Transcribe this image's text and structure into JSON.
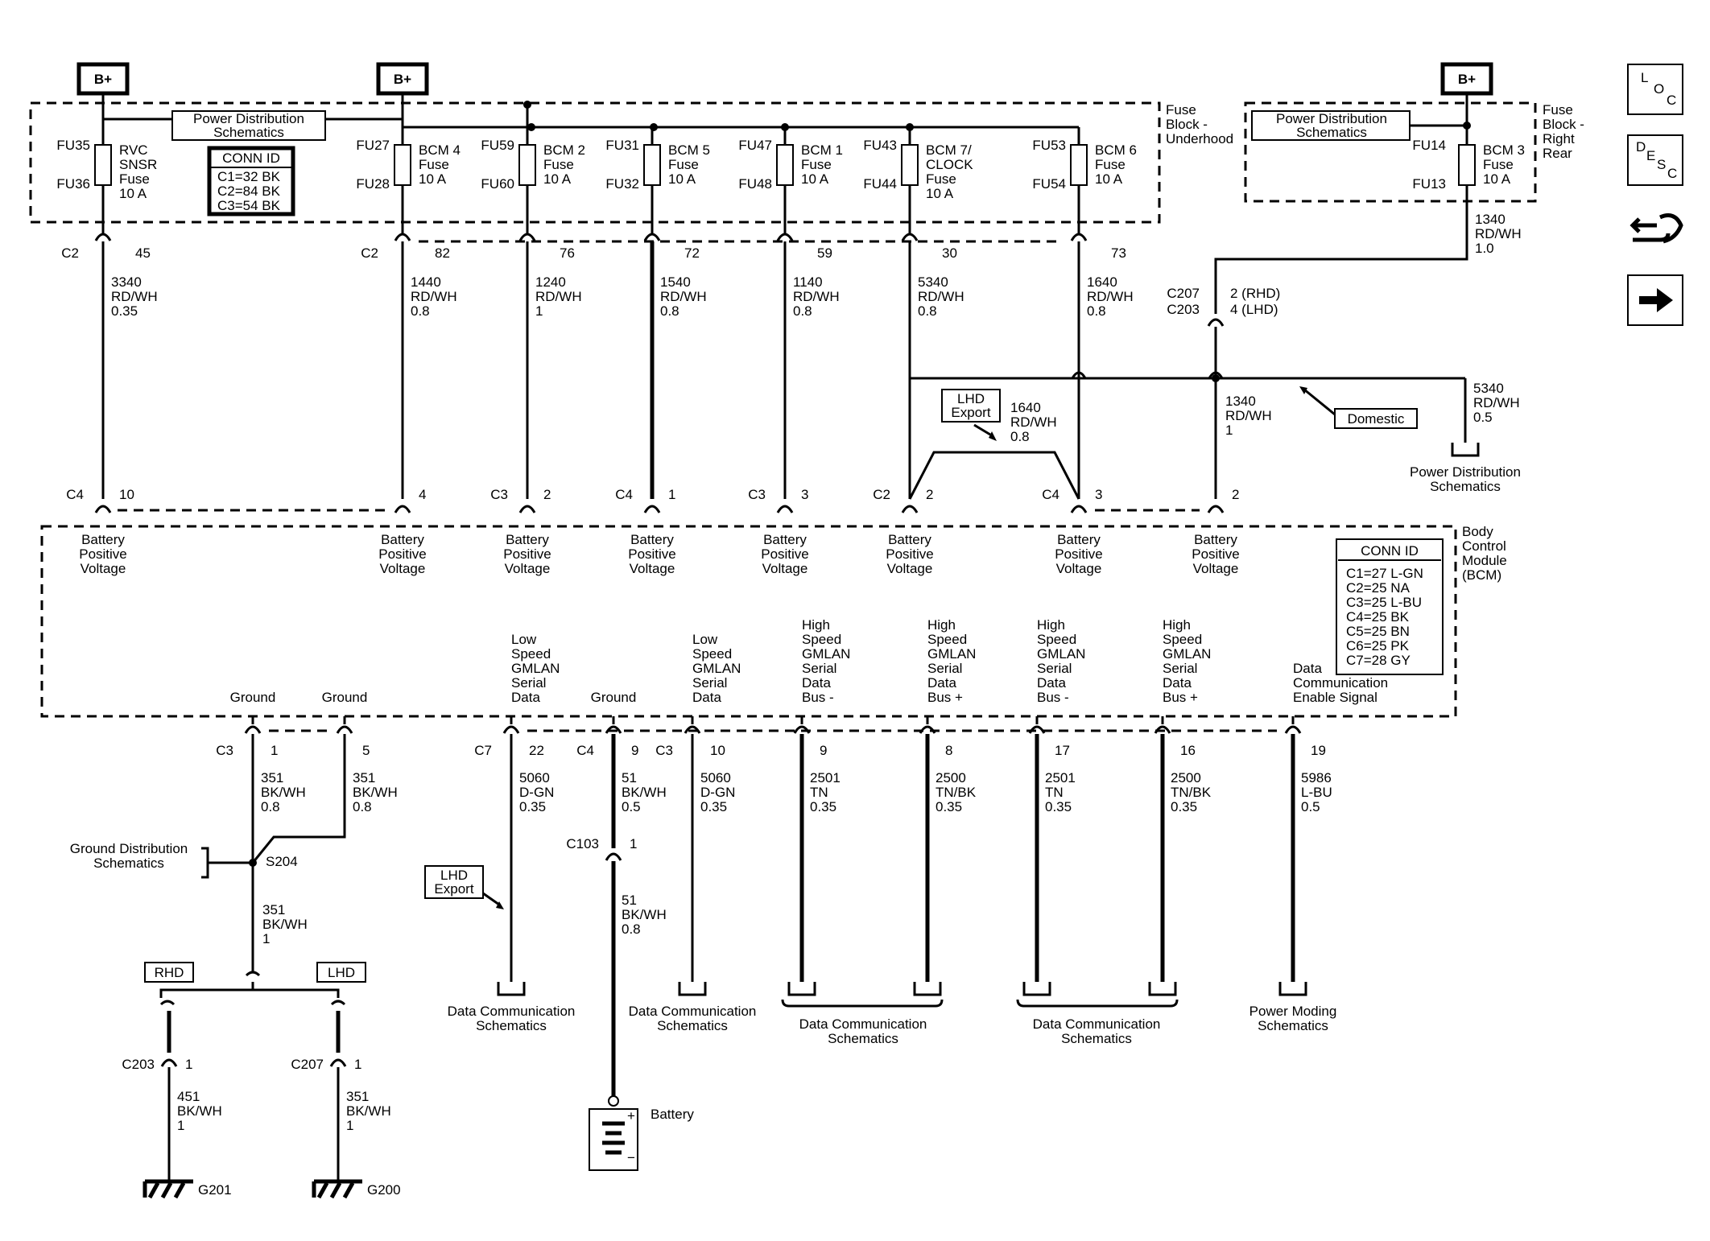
{
  "b_plus": "B+",
  "fuse_block_underhood": [
    "Fuse",
    "Block -",
    "Underhood"
  ],
  "fuse_block_rear": [
    "Fuse",
    "Block -",
    "Right",
    "Rear"
  ],
  "power_dist": [
    "Power Distribution",
    "Schematics"
  ],
  "conn_id_fuse": {
    "title": "CONN ID",
    "rows": [
      "C1=32 BK",
      "C2=84 BK",
      "C3=54 BK"
    ]
  },
  "conn_id_bcm": {
    "title": "CONN ID",
    "rows": [
      "C1=27 L-GN",
      "C2=25 NA",
      "C3=25 L-BU",
      "C4=25 BK",
      "C5=25 BN",
      "C6=25 PK",
      "C7=28 GY"
    ]
  },
  "fuses": [
    {
      "top": "FU35",
      "bottom": "FU36",
      "label": [
        "RVC",
        "SNSR",
        "Fuse",
        "10 A"
      ],
      "conn": "C2",
      "pin": "45",
      "wire": [
        "3340",
        "RD/WH",
        "0.35"
      ],
      "bconn": "C4",
      "bpin": "10"
    },
    {
      "top": "FU27",
      "bottom": "FU28",
      "label": [
        "BCM 4",
        "Fuse",
        "10 A"
      ],
      "conn": "C2",
      "pin": "82",
      "wire": [
        "1440",
        "RD/WH",
        "0.8"
      ],
      "bconn": "",
      "bpin": "4"
    },
    {
      "top": "FU59",
      "bottom": "FU60",
      "label": [
        "BCM 2",
        "Fuse",
        "10 A"
      ],
      "conn": "",
      "pin": "76",
      "wire": [
        "1240",
        "RD/WH",
        "1"
      ],
      "bconn": "C3",
      "bpin": "2"
    },
    {
      "top": "FU31",
      "bottom": "FU32",
      "label": [
        "BCM 5",
        "Fuse",
        "10 A"
      ],
      "conn": "",
      "pin": "72",
      "wire": [
        "1540",
        "RD/WH",
        "0.8"
      ],
      "bconn": "C4",
      "bpin": "1"
    },
    {
      "top": "FU47",
      "bottom": "FU48",
      "label": [
        "BCM 1",
        "Fuse",
        "10 A"
      ],
      "conn": "",
      "pin": "59",
      "wire": [
        "1140",
        "RD/WH",
        "0.8"
      ],
      "bconn": "C3",
      "bpin": "3"
    },
    {
      "top": "FU43",
      "bottom": "FU44",
      "label": [
        "BCM 7/",
        "CLOCK",
        "Fuse",
        "10 A"
      ],
      "conn": "",
      "pin": "30",
      "wire": [
        "5340",
        "RD/WH",
        "0.8"
      ],
      "bconn": "C2",
      "bpin": "2"
    },
    {
      "top": "FU53",
      "bottom": "FU54",
      "label": [
        "BCM 6",
        "Fuse",
        "10 A"
      ],
      "conn": "",
      "pin": "73",
      "wire": [
        "1640",
        "RD/WH",
        "0.8"
      ],
      "bconn": "C4",
      "bpin": "3"
    },
    {
      "top": "FU14",
      "bottom": "FU13",
      "label": [
        "BCM 3",
        "Fuse",
        "10 A"
      ],
      "conn": "",
      "pin": "",
      "wire": [
        "1340",
        "RD/WH",
        "1.0"
      ],
      "bconn": "",
      "bpin": "2"
    }
  ],
  "c207_c203": {
    "top": "C207",
    "bottom": "C203",
    "pin_rhd": "2 (RHD)",
    "pin_lhd": "4 (LHD)"
  },
  "wire_1340_1": [
    "1340",
    "RD/WH",
    "1"
  ],
  "wire_5340_05": [
    "5340",
    "RD/WH",
    "0.5"
  ],
  "lhd_export": [
    "LHD",
    "Export"
  ],
  "lhd_export_wire": [
    "1640",
    "RD/WH",
    "0.8"
  ],
  "domestic": "Domestic",
  "battery_positive": [
    "Battery",
    "Positive",
    "Voltage"
  ],
  "bcm_label": [
    "Body",
    "Control",
    "Module",
    "(BCM)"
  ],
  "outputs": [
    {
      "label": [
        "Ground"
      ],
      "conn": "C3",
      "pin": "1",
      "wire": [
        "351",
        "BK/WH",
        "0.8"
      ]
    },
    {
      "label": [
        "Ground"
      ],
      "conn": "",
      "pin": "5",
      "wire": [
        "351",
        "BK/WH",
        "0.8"
      ]
    },
    {
      "label": [
        "Low",
        "Speed",
        "GMLAN",
        "Serial",
        "Data"
      ],
      "conn": "C7",
      "pin": "22",
      "wire": [
        "5060",
        "D-GN",
        "0.35"
      ]
    },
    {
      "label": [
        "Ground"
      ],
      "conn": "C4",
      "pin": "9",
      "wire": [
        "51",
        "BK/WH",
        "0.5"
      ]
    },
    {
      "label": [
        "Low",
        "Speed",
        "GMLAN",
        "Serial",
        "Data"
      ],
      "conn": "C3",
      "pin": "10",
      "wire": [
        "5060",
        "D-GN",
        "0.35"
      ]
    },
    {
      "label": [
        "High",
        "Speed",
        "GMLAN",
        "Serial",
        "Data",
        "Bus -"
      ],
      "conn": "",
      "pin": "9",
      "wire": [
        "2501",
        "TN",
        "0.35"
      ]
    },
    {
      "label": [
        "High",
        "Speed",
        "GMLAN",
        "Serial",
        "Data",
        "Bus +"
      ],
      "conn": "",
      "pin": "8",
      "wire": [
        "2500",
        "TN/BK",
        "0.35"
      ]
    },
    {
      "label": [
        "High",
        "Speed",
        "GMLAN",
        "Serial",
        "Data",
        "Bus -"
      ],
      "conn": "",
      "pin": "17",
      "wire": [
        "2501",
        "TN",
        "0.35"
      ]
    },
    {
      "label": [
        "High",
        "Speed",
        "GMLAN",
        "Serial",
        "Data",
        "Bus +"
      ],
      "conn": "",
      "pin": "16",
      "wire": [
        "2500",
        "TN/BK",
        "0.35"
      ]
    },
    {
      "label": [
        "Data",
        "Communication",
        "Enable Signal"
      ],
      "conn": "",
      "pin": "19",
      "wire": [
        "5986",
        "L-BU",
        "0.5"
      ]
    }
  ],
  "ground_dist": [
    "Ground Distribution",
    "Schematics"
  ],
  "s204": "S204",
  "wire_351_1": [
    "351",
    "BK/WH",
    "1"
  ],
  "rhd": "RHD",
  "lhd": "LHD",
  "c203": {
    "conn": "C203",
    "pin": "1",
    "wire": [
      "451",
      "BK/WH",
      "1"
    ],
    "ground": "G201"
  },
  "c207": {
    "conn": "C207",
    "pin": "1",
    "wire": [
      "351",
      "BK/WH",
      "1"
    ],
    "ground": "G200"
  },
  "c103": {
    "conn": "C103",
    "pin": "1",
    "wire": [
      "51",
      "BK/WH",
      "0.8"
    ]
  },
  "battery": "Battery",
  "data_comm": [
    "Data Communication",
    "Schematics"
  ],
  "power_moding": [
    "Power Moding",
    "Schematics"
  ],
  "nav": {
    "loc": [
      "L",
      "O",
      "C"
    ],
    "desc": [
      "D",
      "E",
      "S",
      "C"
    ]
  }
}
